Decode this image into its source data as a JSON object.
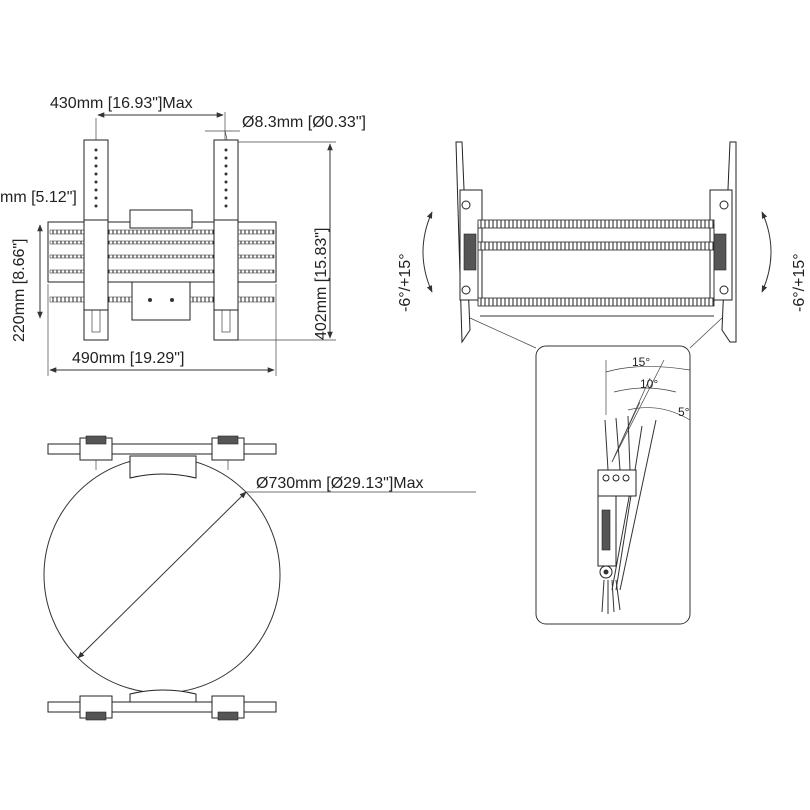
{
  "front_view": {
    "dim_top_width": "430mm [16.93\"]Max",
    "dim_hole": "Ø8.3mm [Ø0.33\"]",
    "dim_left_partial": "mm [5.12\"]",
    "dim_inner_height": "220mm [8.66\"]",
    "dim_total_height": "402mm [15.83\"]",
    "dim_bottom_width": "490mm [19.29\"]"
  },
  "side_view": {
    "tilt_left": "-6°/+15°",
    "tilt_right": "-6°/+15°"
  },
  "top_view": {
    "dim_diameter": "Ø730mm [Ø29.13\"]Max"
  },
  "detail_view": {
    "angle_15": "15°",
    "angle_10": "10°",
    "angle_5": "5°"
  }
}
